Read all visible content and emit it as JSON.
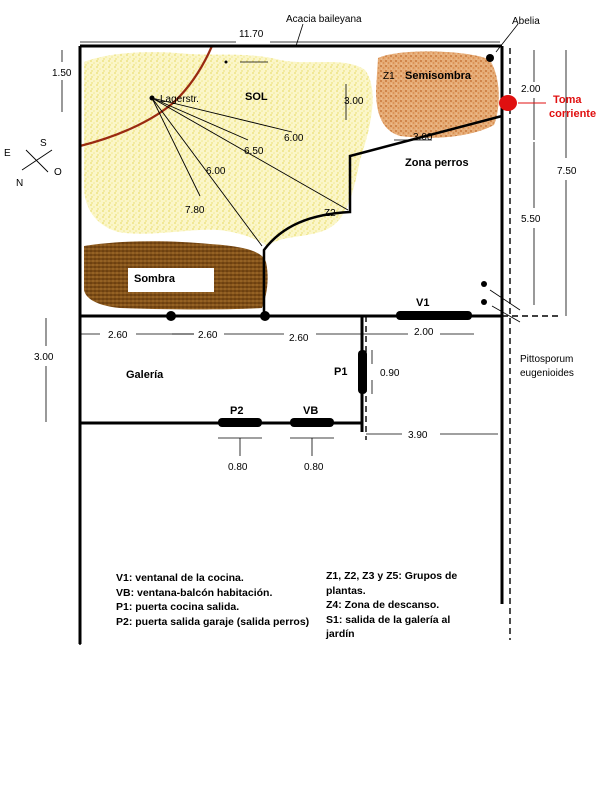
{
  "dimensions": {
    "total_width": "11.70",
    "top_left_height": "1.50",
    "semisombra_height": "2.00",
    "right_total": "7.50",
    "right_lower": "5.50",
    "z1_inner_height": "3.00",
    "radius_1": "6.00",
    "radius_2": "6.50",
    "radius_3": "6.00",
    "radius_4": "7.80",
    "bench_width": "3.00",
    "bottom_segment_1": "2.60",
    "bottom_segment_2": "2.60",
    "bottom_segment_3": "2.60",
    "kitchen_window": "2.00",
    "galeria_height": "3.00",
    "p1_width": "0.90",
    "galeria_right": "3.90",
    "p2_width": "0.80",
    "vb_width": "0.80"
  },
  "labels": {
    "acacia": "Acacia baileyana",
    "abelia": "Abelia",
    "toma_corriente": [
      "Toma",
      "corriente"
    ],
    "pittosporum": [
      "Pittosporum",
      "eugenioides"
    ],
    "sol": "SOL",
    "semisombra": "Semisombra",
    "sombra": "Sombra",
    "zona_perros": "Zona perros",
    "galeria": "Galería",
    "lagerstroemia": "Lagerstr.",
    "z1": "Z1",
    "z2": "Z2",
    "v1": "V1",
    "p1": "P1",
    "p2": "P2",
    "vb": "VB"
  },
  "compass": {
    "n": "N",
    "s": "S",
    "e": "E",
    "o": "O"
  },
  "legend_left": [
    "V1: ventanal de la cocina.",
    "VB: ventana-balcón habitación.",
    "P1: puerta cocina salida.",
    "P2: puerta salida garaje (salida perros)"
  ],
  "legend_right": [
    "Z1, Z2, Z3 y Z5: Grupos de plantas.",
    "Z4: Zona de descanso.",
    "S1: salida de la galería al jardín"
  ],
  "colors": {
    "sun_fill": "#f6f0a0",
    "semishade_fill": "#d99a5c",
    "shade_fill": "#8a5a1c",
    "accent_red": "#e01010",
    "path_brown": "#9a2a10",
    "wall": "#000000"
  }
}
